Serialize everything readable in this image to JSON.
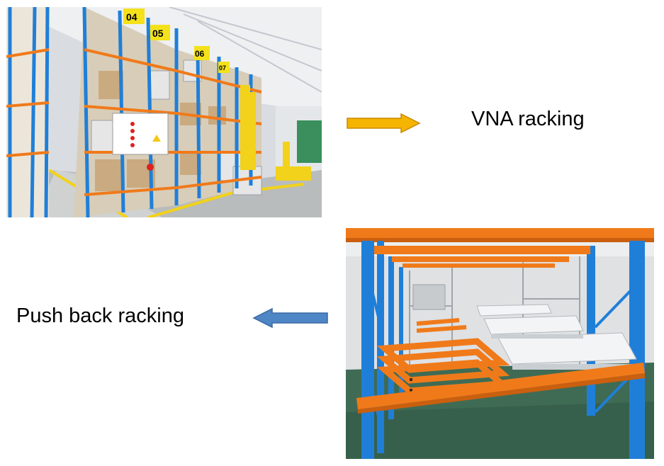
{
  "slide": {
    "vna": {
      "label": "VNA racking",
      "arrow_icon": "arrow-right-icon",
      "arrow_color": "#f5b400",
      "photo_rack_numbers": [
        "04",
        "05",
        "06",
        "07"
      ]
    },
    "pushback": {
      "label": "Push back racking",
      "arrow_icon": "arrow-left-icon",
      "arrow_color": "#4f86c6"
    }
  },
  "colors": {
    "rack_upright_blue": "#1f7fd8",
    "rack_beam_orange": "#f07a1a",
    "floor_green": "#3f6b55"
  }
}
